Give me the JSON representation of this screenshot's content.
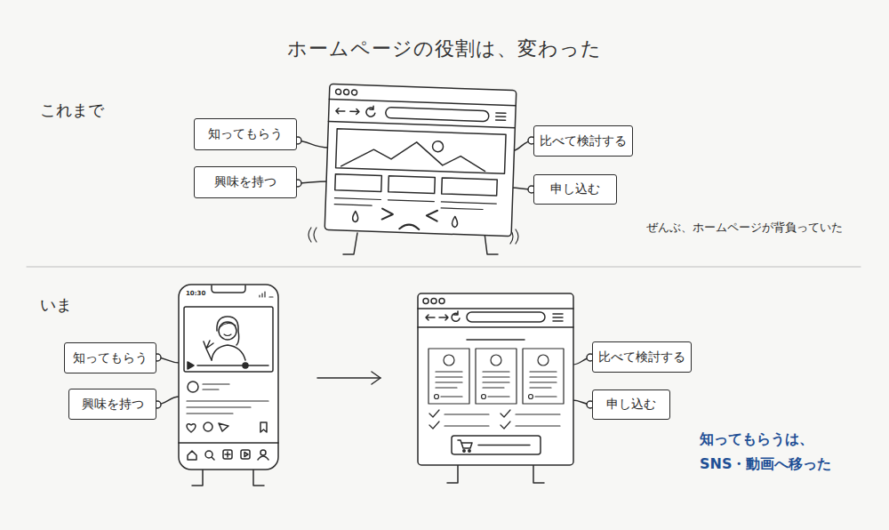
{
  "diagram": {
    "title": "ホームページの役割は、変わった",
    "nodes": [
      {
        "text": [
          "知ってもらう"
        ]
      },
      {
        "text": [
          "興味を持つ"
        ]
      },
      {
        "text": [
          "比べて検討する"
        ]
      },
      {
        "text": [
          "申し込む"
        ]
      },
      {
        "text": [
          "知ってもらう"
        ]
      },
      {
        "text": [
          "興味を持つ"
        ]
      },
      {
        "text": [
          "比べて検討する"
        ]
      },
      {
        "text": [
          "申し込む"
        ]
      }
    ],
    "labels": [
      "これまで",
      "ぜんぶ、ホームページが背負っていた",
      "いま",
      "10:30",
      "知ってもらうは、 SNS・動画へ移った"
    ]
  }
}
